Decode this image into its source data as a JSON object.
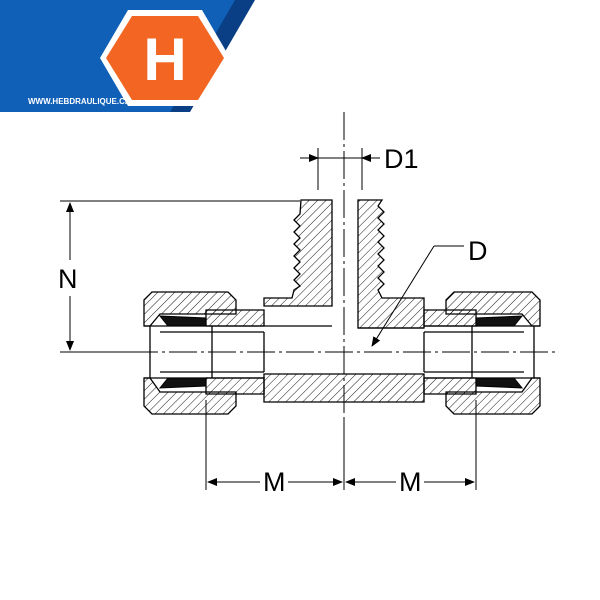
{
  "brand": {
    "logo_letter": "H",
    "website": "WWW.HEBDRAULIQUE.CA",
    "colors": {
      "banner_blue": "#1060b8",
      "banner_dark": "#0a3f86",
      "hex_orange": "#f26522",
      "white": "#ffffff"
    }
  },
  "drawing": {
    "labels": {
      "d1": "D1",
      "d": "D",
      "n": "N",
      "m_left": "M",
      "m_right": "M"
    }
  }
}
